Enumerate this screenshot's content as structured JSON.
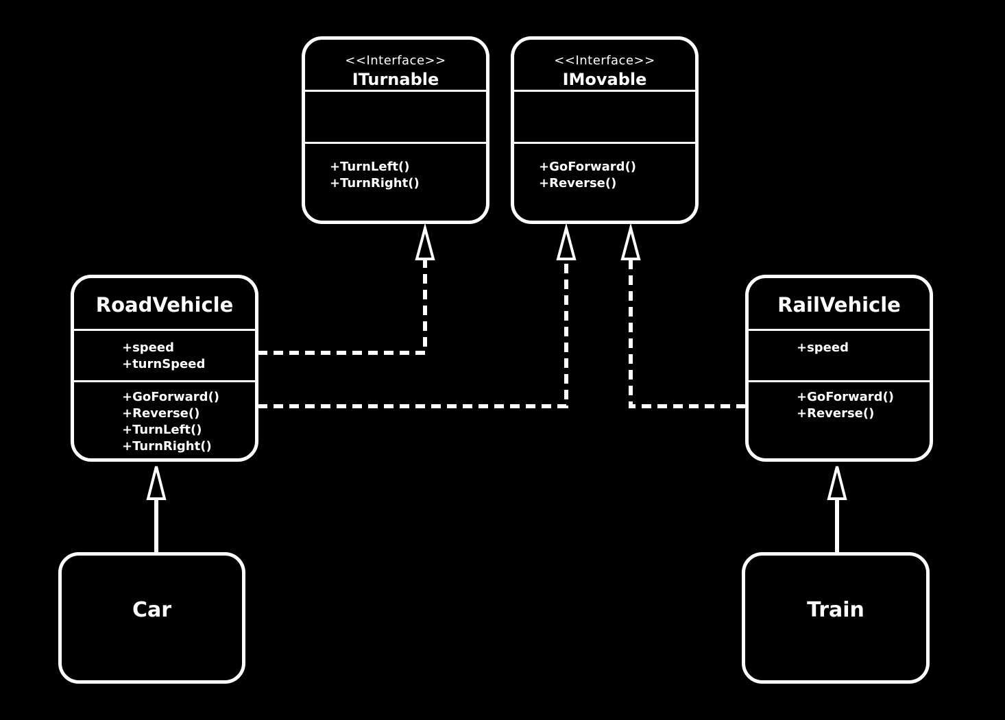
{
  "diagram": {
    "classes": {
      "iturnable": {
        "stereotype": "<<Interface>>",
        "name": "ITurnable",
        "methods": [
          "+TurnLeft()",
          "+TurnRight()"
        ]
      },
      "imovable": {
        "stereotype": "<<Interface>>",
        "name": "IMovable",
        "methods": [
          "+GoForward()",
          "+Reverse()"
        ]
      },
      "roadvehicle": {
        "name": "RoadVehicle",
        "attributes": [
          "+speed",
          "+turnSpeed"
        ],
        "methods": [
          "+GoForward()",
          "+Reverse()",
          "+TurnLeft()",
          "+TurnRight()"
        ]
      },
      "railvehicle": {
        "name": "RailVehicle",
        "attributes": [
          "+speed"
        ],
        "methods": [
          "+GoForward()",
          "+Reverse()"
        ]
      },
      "car": {
        "name": "Car"
      },
      "train": {
        "name": "Train"
      }
    },
    "relations": [
      {
        "from": "RoadVehicle",
        "to": "ITurnable",
        "type": "realization"
      },
      {
        "from": "RoadVehicle",
        "to": "IMovable",
        "type": "realization"
      },
      {
        "from": "RailVehicle",
        "to": "IMovable",
        "type": "realization"
      },
      {
        "from": "Car",
        "to": "RoadVehicle",
        "type": "generalization"
      },
      {
        "from": "Train",
        "to": "RailVehicle",
        "type": "generalization"
      }
    ],
    "colors": {
      "background": "#000000",
      "foreground": "#ffffff"
    }
  }
}
